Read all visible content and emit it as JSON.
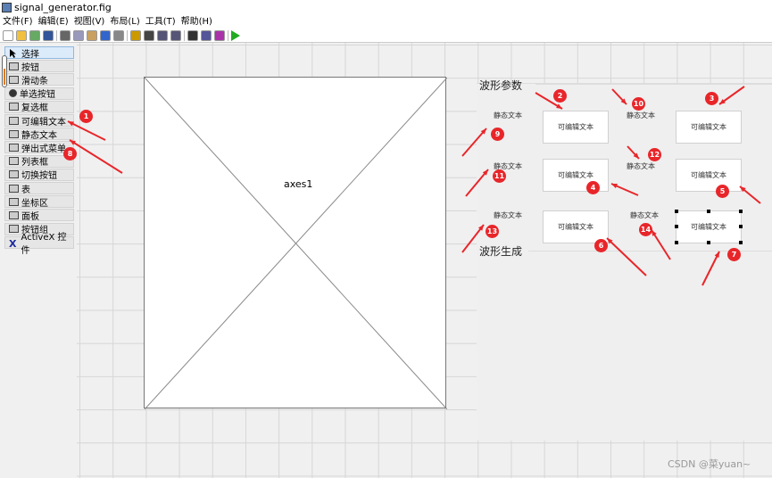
{
  "window": {
    "title": "signal_generator.fig"
  },
  "menu": [
    "文件(F)",
    "编辑(E)",
    "视图(V)",
    "布局(L)",
    "工具(T)",
    "帮助(H)"
  ],
  "toolbar_icons": [
    "new-icon",
    "open-icon",
    "edit-icon",
    "save-icon",
    "cut-icon",
    "copy-icon",
    "paste-icon",
    "undo-icon",
    "redo-icon",
    "align-icon",
    "menu-editor-icon",
    "tab-order-icon",
    "toolbar-editor-icon",
    "editor-icon",
    "property-inspector-icon",
    "object-browser-icon",
    "run-icon"
  ],
  "palette": [
    {
      "label": "选择",
      "icon": "arrow-icon",
      "selected": true
    },
    {
      "label": "按钮",
      "icon": "pushbutton-icon"
    },
    {
      "label": "滑动条",
      "icon": "slider-icon"
    },
    {
      "label": "单选按钮",
      "icon": "radio-icon"
    },
    {
      "label": "复选框",
      "icon": "checkbox-icon"
    },
    {
      "label": "可编辑文本",
      "icon": "edit-text-icon"
    },
    {
      "label": "静态文本",
      "icon": "static-text-icon"
    },
    {
      "label": "弹出式菜单",
      "icon": "popup-menu-icon"
    },
    {
      "label": "列表框",
      "icon": "listbox-icon"
    },
    {
      "label": "切换按钮",
      "icon": "toggle-icon"
    },
    {
      "label": "表",
      "icon": "table-icon"
    },
    {
      "label": "坐标区",
      "icon": "axes-icon"
    },
    {
      "label": "面板",
      "icon": "panel-icon"
    },
    {
      "label": "按钮组",
      "icon": "button-group-icon"
    },
    {
      "label": "ActiveX 控件",
      "icon": "activex-icon"
    }
  ],
  "axes": {
    "label": "axes1"
  },
  "panel": {
    "title1": "波形参数",
    "title2": "波形生成",
    "static_texts": [
      "静态文本",
      "静态文本",
      "静态文本",
      "静态文本",
      "静态文本",
      "静态文本"
    ],
    "edits": [
      "可编辑文本",
      "可编辑文本",
      "可编辑文本",
      "可编辑文本",
      "可编辑文本",
      "可编辑文本"
    ]
  },
  "annotations": [
    "1",
    "2",
    "3",
    "4",
    "5",
    "6",
    "7",
    "8",
    "9",
    "10",
    "11",
    "12",
    "13",
    "14"
  ],
  "annotation_color": "#e8262a",
  "watermark": "CSDN @菜yuan~"
}
